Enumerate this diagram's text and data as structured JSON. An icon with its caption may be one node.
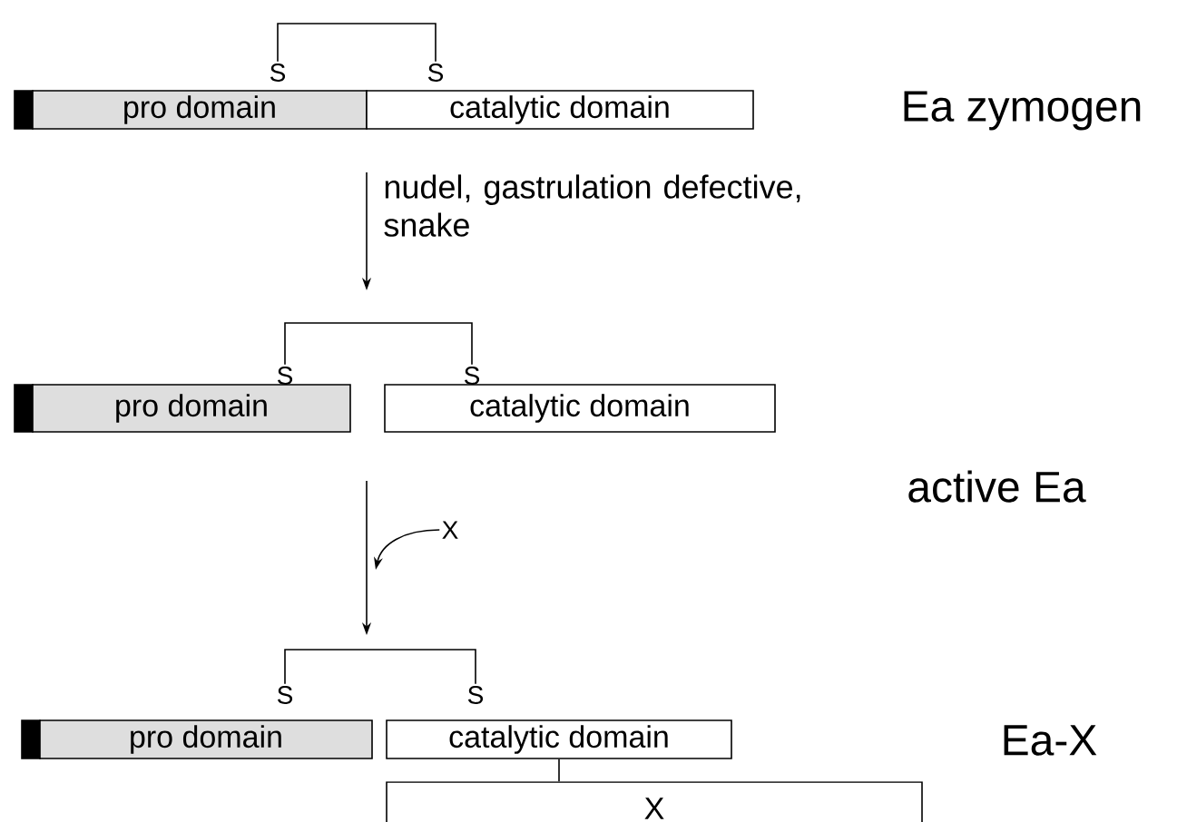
{
  "diagram": {
    "nodes": [
      {
        "text": [],
        "shape": "box"
      },
      {
        "text": [
          "pro domain"
        ]
      },
      {
        "text": [
          "catalytic domain"
        ]
      },
      {
        "text": [
          "S"
        ]
      },
      {
        "text": [
          "S"
        ]
      },
      {
        "text": [],
        "shape": "box"
      },
      {
        "text": [
          "pro domain"
        ]
      },
      {
        "text": [
          "catalytic domain"
        ]
      },
      {
        "text": [
          "S"
        ]
      },
      {
        "text": [
          "S"
        ]
      },
      {
        "text": [
          "X"
        ]
      },
      {
        "text": [],
        "shape": "box"
      },
      {
        "text": [
          "pro domain"
        ]
      },
      {
        "text": [
          "catalytic domain"
        ]
      },
      {
        "text": [
          "S"
        ]
      },
      {
        "text": [
          "S"
        ]
      },
      {
        "text": [
          "X"
        ]
      }
    ],
    "edges": [
      {
        "from": 3,
        "to": 4,
        "arrow": "none"
      },
      {
        "from": 8,
        "to": 9,
        "arrow": "none"
      },
      {
        "from": 10,
        "to": null,
        "arrow": "to"
      },
      {
        "from": 14,
        "to": 15,
        "arrow": "none"
      },
      {
        "from": 13,
        "to": 16,
        "arrow": "none"
      }
    ],
    "labels": [
      "Ea zymogen",
      "nudel, gastrulation defective, snake",
      "active Ea",
      "Ea-X"
    ]
  }
}
